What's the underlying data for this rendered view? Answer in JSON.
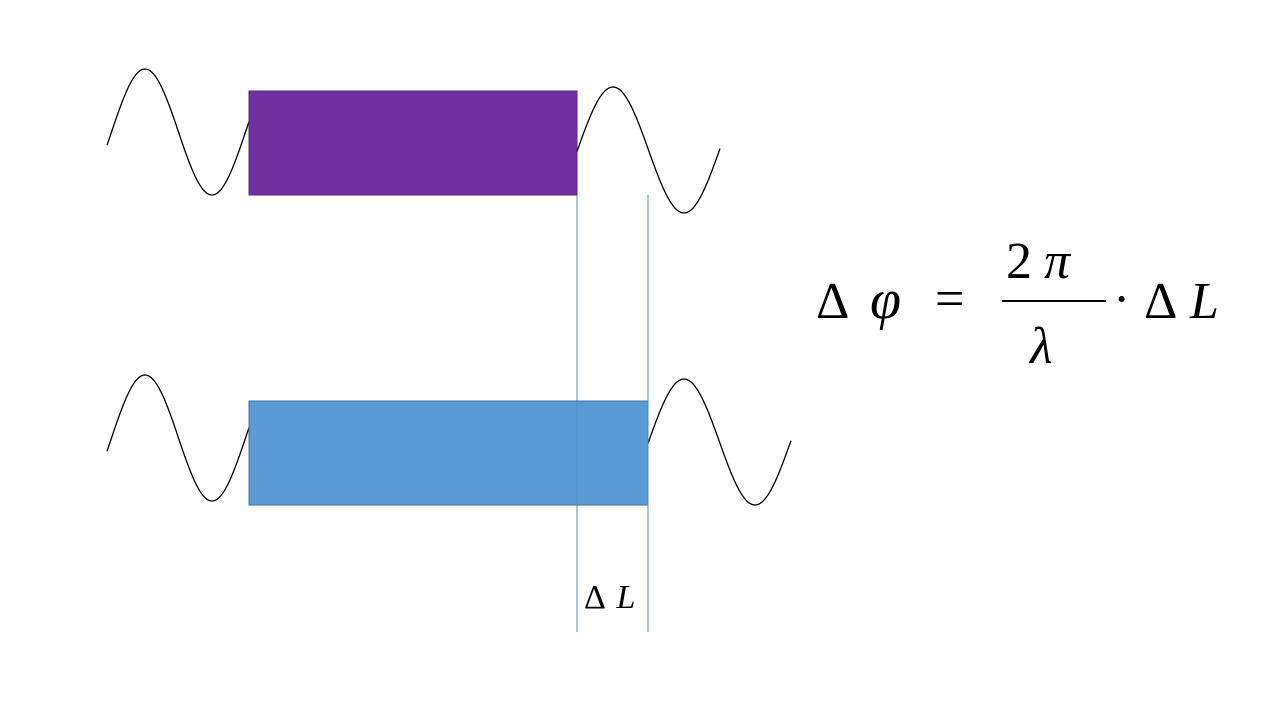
{
  "colors": {
    "background": "#ffffff",
    "top_bar": "#7030a0",
    "bottom_bar": "#5b9bd5",
    "marker_line": "#4a90c0",
    "wave": "#000000"
  },
  "label": {
    "delta_symbol": "Δ",
    "length_symbol": "L"
  },
  "formula": {
    "lhs_delta": "Δ",
    "lhs_phi": "φ",
    "equals": "=",
    "numerator_two": "2",
    "numerator_pi": "π",
    "denominator_lambda": "λ",
    "dot": "·",
    "rhs_delta": "Δ",
    "rhs_L": "L"
  }
}
